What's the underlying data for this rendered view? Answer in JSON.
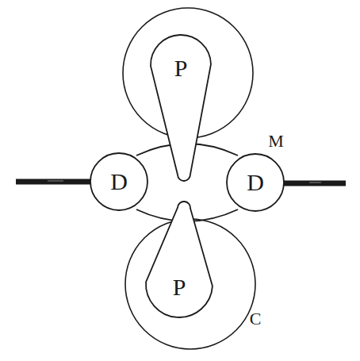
{
  "diagram": {
    "nodes": [
      {
        "text": [
          "P"
        ]
      },
      {
        "text": [
          "D"
        ]
      },
      {
        "text": [
          "D"
        ]
      },
      {
        "text": [
          "P"
        ]
      }
    ],
    "labels": [
      "M",
      "C"
    ]
  }
}
